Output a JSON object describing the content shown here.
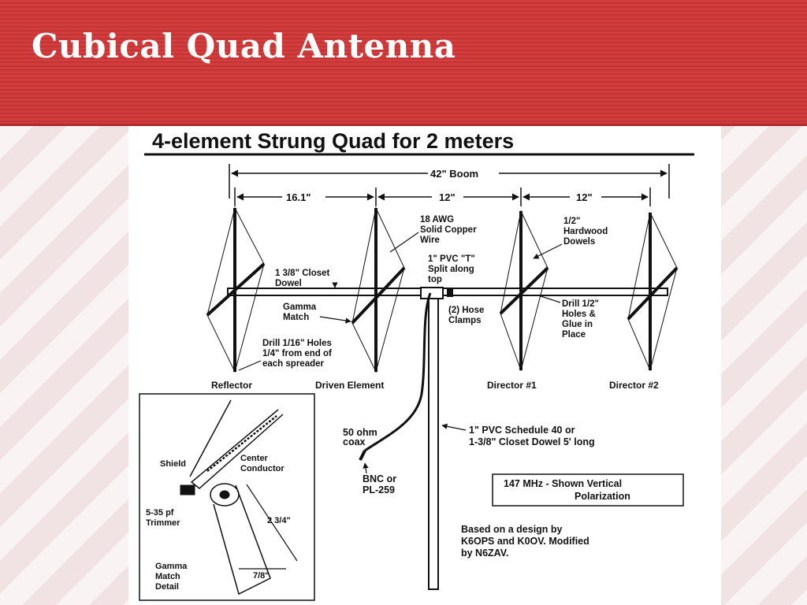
{
  "slide": {
    "title": "Cubical Quad Antenna"
  },
  "diagram": {
    "heading": "4-element Strung Quad for 2 meters",
    "dimensions": {
      "boom": "42\" Boom",
      "spacing_1": "16.1\"",
      "spacing_2": "12\"",
      "spacing_3": "12\""
    },
    "elements": {
      "reflector": "Reflector",
      "driven": "Driven Element",
      "director1": "Director #1",
      "director2": "Director #2"
    },
    "labels": {
      "wire": [
        "18 AWG",
        "Solid Copper",
        "Wire"
      ],
      "dowels": [
        "1/2\"",
        "Hardwood",
        "Dowels"
      ],
      "pvc_t": [
        "1\" PVC \"T\"",
        "Split along",
        "top"
      ],
      "closet_dowel": [
        "1 3/8\" Closet",
        "Dowel"
      ],
      "gamma_match": [
        "Gamma",
        "Match"
      ],
      "hose_clamps": [
        "(2) Hose",
        "Clamps"
      ],
      "drill_half": [
        "Drill 1/2\"",
        "Holes &",
        "Glue in",
        "Place"
      ],
      "drill_small": [
        "Drill 1/16\" Holes",
        "1/4\" from end of",
        "each spreader"
      ],
      "coax": [
        "50 ohm",
        "coax"
      ],
      "bnc": [
        "BNC or",
        "PL-259"
      ],
      "mast": [
        "1\" PVC Schedule 40 or",
        "1-3/8\" Closet Dowel 5' long"
      ],
      "polarization": [
        "147 MHz - Shown Vertical",
        "Polarization"
      ],
      "credit": [
        "Based on a design by",
        "K6OPS and K0OV. Modified",
        "by N6ZAV."
      ]
    },
    "detail": {
      "shield": "Shield",
      "center": [
        "Center",
        "Conductor"
      ],
      "trimmer": [
        "5-35 pf",
        "Trimmer"
      ],
      "length": "2 3/4\"",
      "width": "7/8\"",
      "caption": [
        "Gamma",
        "Match",
        "Detail"
      ]
    }
  }
}
